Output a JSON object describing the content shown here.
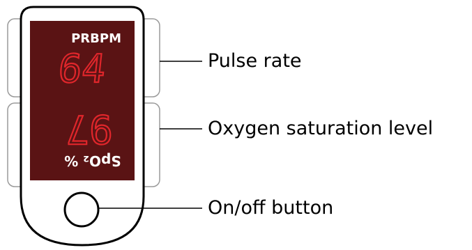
{
  "device": {
    "pulse_header": "PRBPM",
    "pulse_value": "64",
    "spo2_value": "97",
    "spo2_unit": "SpO₂ %"
  },
  "callouts": {
    "pulse_rate": "Pulse rate",
    "oxygen_level": "Oxygen saturation level",
    "button": "On/off button"
  },
  "colors": {
    "display_background": "#5a1314",
    "digit_red": "#e0262b",
    "outline": "#000000"
  }
}
